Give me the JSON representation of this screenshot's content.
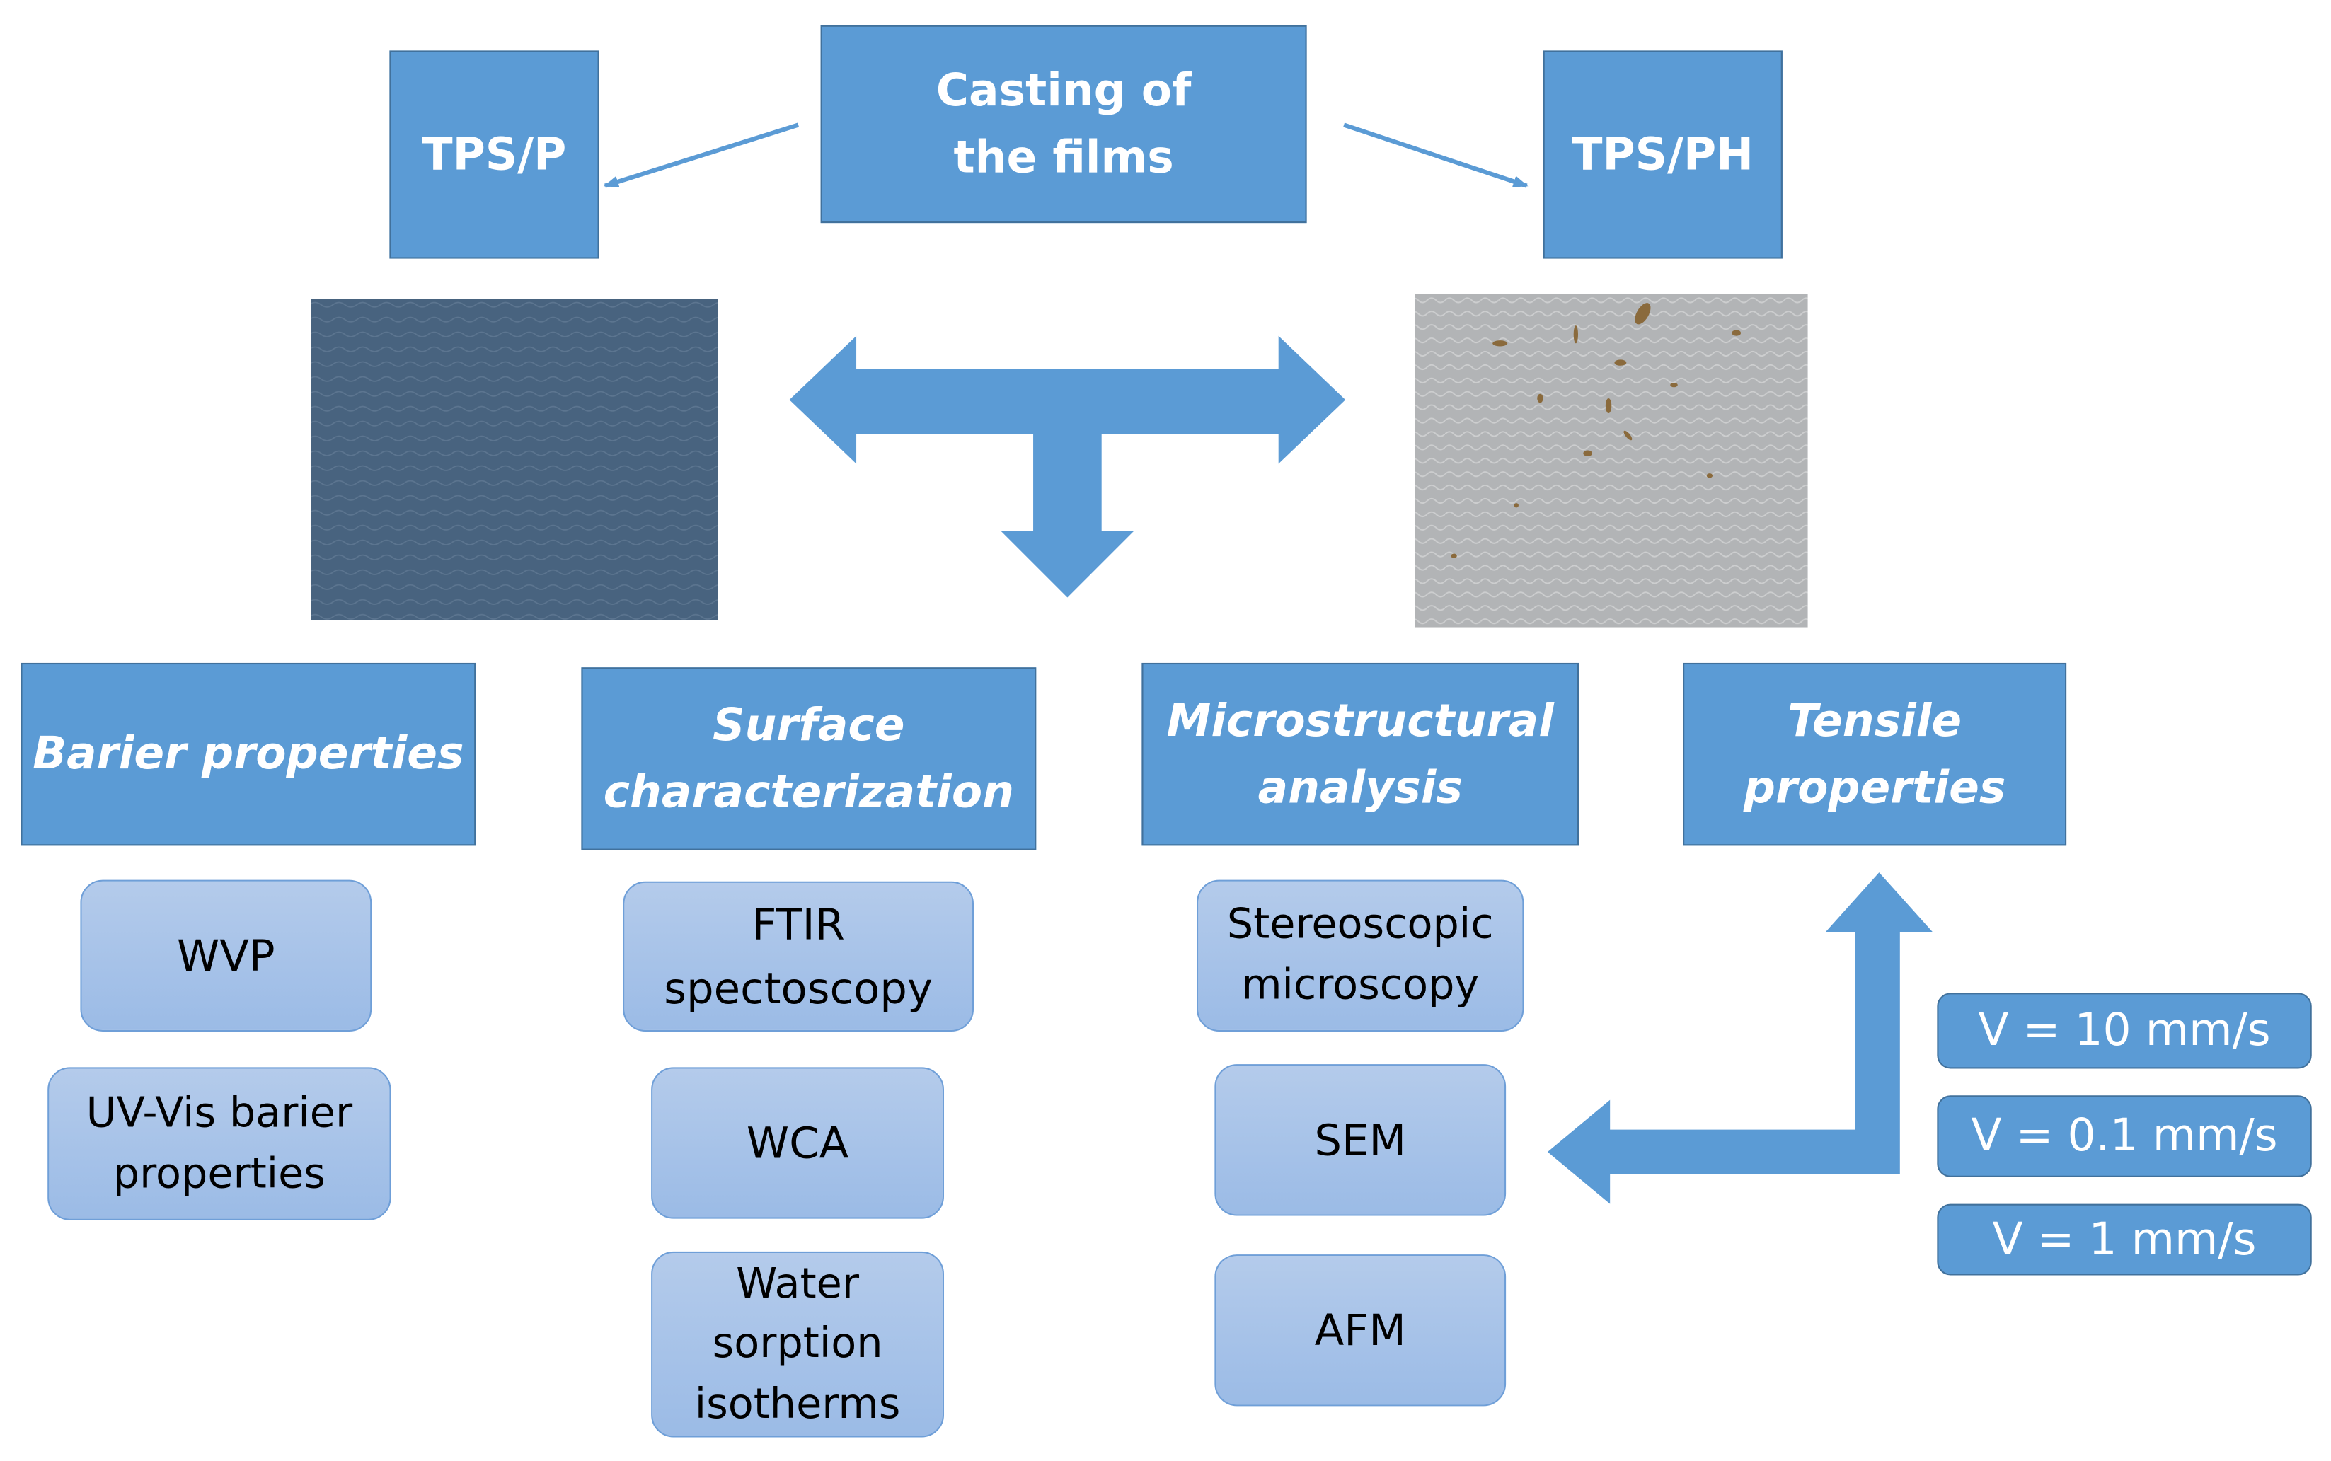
{
  "top": {
    "casting": "Casting of the films",
    "left_film": "TPS/P",
    "right_film": "TPS/PH"
  },
  "categories": {
    "barrier": "Barier properties",
    "surface": "Surface characterization",
    "micro": "Microstructural analysis",
    "tensile": "Tensile properties"
  },
  "methods": {
    "wvp": "WVP",
    "uvvis": "UV-Vis barier properties",
    "ftir": "FTIR spectoscopy",
    "wca": "WCA",
    "water": "Water sorption isotherms",
    "stereo": "Stereoscopic microscopy",
    "sem": "SEM",
    "afm": "AFM"
  },
  "velocities": [
    "V = 10 mm/s",
    "V = 0.1 mm/s",
    "V = 1 mm/s"
  ],
  "colors": {
    "box_fill": "#5b9bd5",
    "box_border": "#41719c",
    "item_fill": "#a9c4ea",
    "arrow": "#5b9bd5"
  },
  "images": {
    "left_photo": "blue-tps-p-film-photo",
    "right_photo": "speckled-tps-ph-film-photo"
  }
}
